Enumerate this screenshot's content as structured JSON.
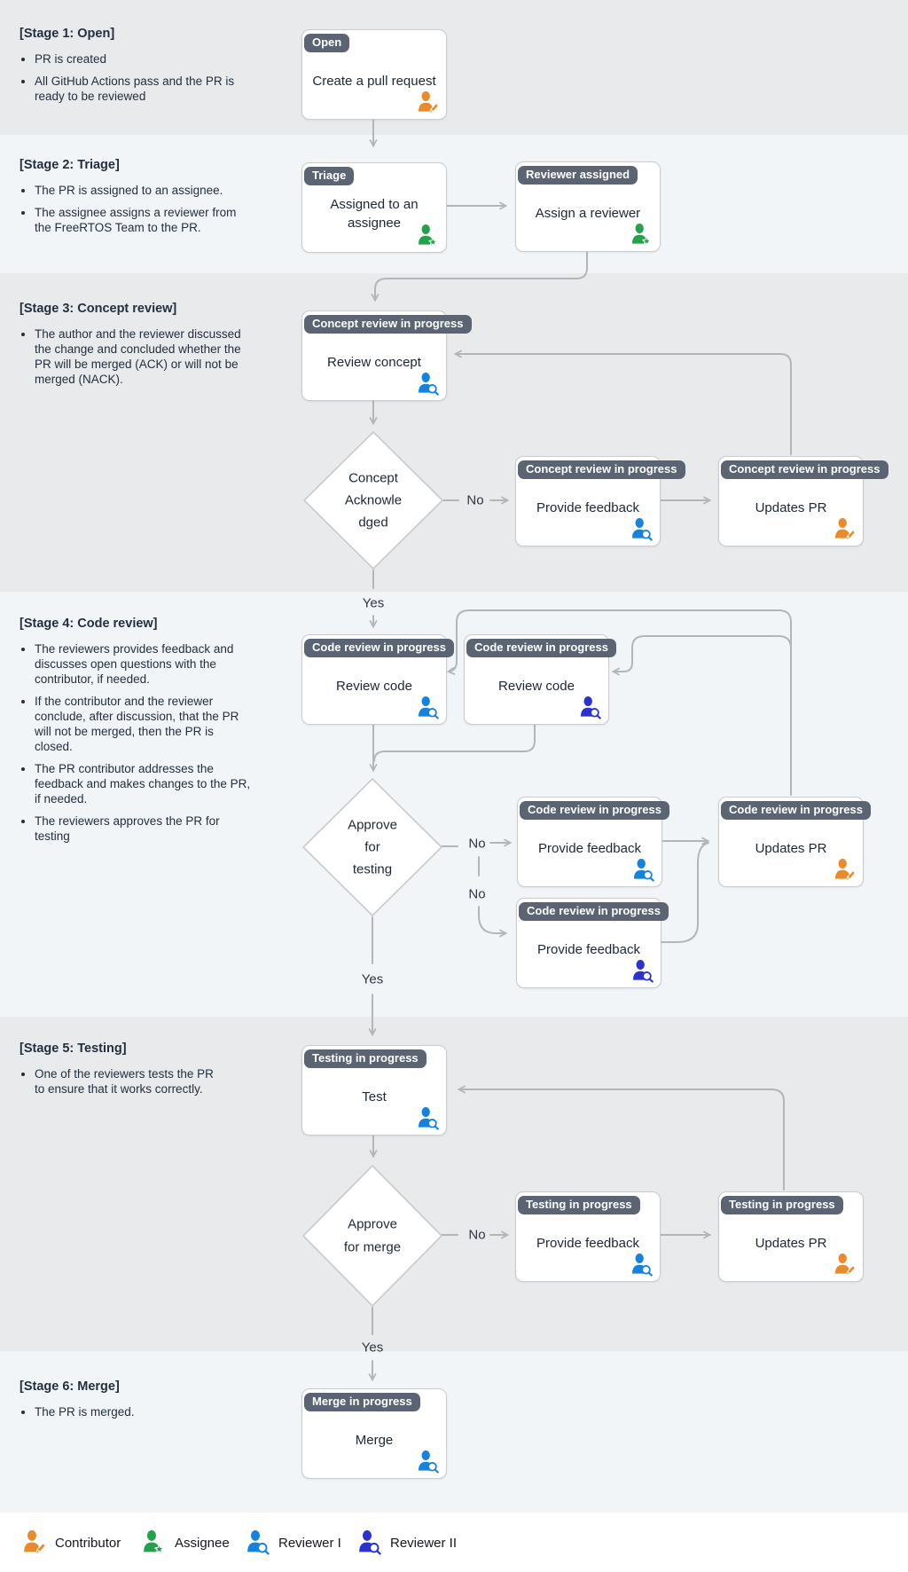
{
  "labels": {
    "yes": "Yes",
    "no": "No"
  },
  "colors": {
    "band_gray": "#e9eaec",
    "band_light": "#f2f5f8",
    "badge_bg": "#5b6472",
    "box_border": "#caccce",
    "arrow": "#b2b6ba",
    "text": "#232f3e",
    "contributor": "#e98a2c",
    "assignee": "#24a14b",
    "reviewer1": "#1583dd",
    "reviewer2": "#2b32cd"
  },
  "stages": [
    {
      "title": "[Stage 1: Open]",
      "bullets": [
        "PR is created",
        "All GitHub Actions pass and the PR is ready to be reviewed"
      ]
    },
    {
      "title": "[Stage 2: Triage]",
      "bullets": [
        "The PR is assigned to an assignee.",
        "The assignee assigns a reviewer from the FreeRTOS Team to the PR."
      ]
    },
    {
      "title": "[Stage 3: Concept review]",
      "bullets": [
        "The author and the reviewer discussed the change and concluded whether the PR will be merged (ACK) or will not be merged (NACK)."
      ]
    },
    {
      "title": "[Stage 4: Code review]",
      "bullets": [
        "The reviewers provides feedback and discusses open questions with the contributor, if needed.",
        "If the contributor and the reviewer conclude, after discussion, that the PR will not be merged, then the PR is closed.",
        "The PR contributor addresses the feedback and makes changes to the PR, if needed.",
        "The reviewers approves the PR for testing"
      ]
    },
    {
      "title": "[Stage 5: Testing]",
      "bullets": [
        "One of the reviewers tests the PR to ensure that it works correctly."
      ]
    },
    {
      "title": "[Stage 6: Merge]",
      "bullets": [
        "The PR is merged."
      ]
    }
  ],
  "boxes": [
    {
      "badge": "Open",
      "label": "Create a pull request",
      "actor": "contributor"
    },
    {
      "badge": "Triage",
      "label": "Assigned to an assignee",
      "actor": "assignee"
    },
    {
      "badge": "Reviewer assigned",
      "label": "Assign a reviewer",
      "actor": "assignee"
    },
    {
      "badge": "Concept review in progress",
      "label": "Review concept",
      "actor": "reviewer1"
    },
    {
      "badge": "Concept review in progress",
      "label": "Provide feedback",
      "actor": "reviewer1"
    },
    {
      "badge": "Concept review in progress",
      "label": "Updates PR",
      "actor": "contributor"
    },
    {
      "badge": "Code review in progress",
      "label": "Review code",
      "actor": "reviewer1"
    },
    {
      "badge": "Code review in progress",
      "label": "Review code",
      "actor": "reviewer2"
    },
    {
      "badge": "Code review in progress",
      "label": "Provide feedback",
      "actor": "reviewer1"
    },
    {
      "badge": "Code review in progress",
      "label": "Updates PR",
      "actor": "contributor"
    },
    {
      "badge": "Code review in progress",
      "label": "Provide feedback",
      "actor": "reviewer2"
    },
    {
      "badge": "Testing in progress",
      "label": "Test",
      "actor": "reviewer1"
    },
    {
      "badge": "Testing in progress",
      "label": "Provide feedback",
      "actor": "reviewer1"
    },
    {
      "badge": "Testing in progress",
      "label": "Updates PR",
      "actor": "contributor"
    },
    {
      "badge": "Merge in progress",
      "label": "Merge",
      "actor": "reviewer1"
    }
  ],
  "decisions": [
    {
      "lines": [
        "Concept",
        "Acknowle",
        "dged"
      ]
    },
    {
      "lines": [
        "Approve",
        "for",
        "testing"
      ]
    },
    {
      "lines": [
        "Approve",
        "for merge"
      ]
    }
  ],
  "legend": [
    {
      "label": "Contributor",
      "actor": "contributor"
    },
    {
      "label": "Assignee",
      "actor": "assignee"
    },
    {
      "label": "Reviewer I",
      "actor": "reviewer1"
    },
    {
      "label": "Reviewer II",
      "actor": "reviewer2"
    }
  ]
}
